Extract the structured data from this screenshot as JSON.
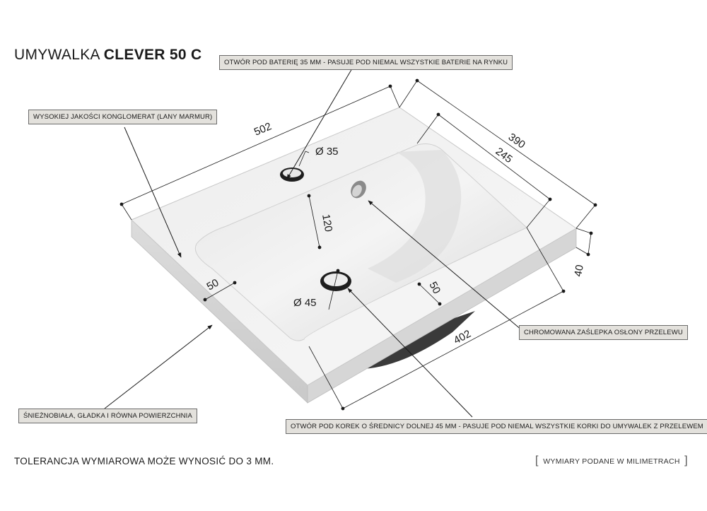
{
  "title": {
    "prefix": "UMYWALKA ",
    "model": "CLEVER 50 C"
  },
  "callouts": {
    "tap_hole": "OTWÓR POD BATERIĘ 35 MM - PASUJE POD NIEMAL WSZYSTKIE BATERIE NA RYNKU",
    "material": "WYSOKIEJ JAKOŚCI KONGLOMERAT (LANY MARMUR)",
    "overflow": "CHROMOWANA ZAŚLEPKA OSŁONY PRZELEWU",
    "surface": "ŚNIEŻNOBIAŁA, GŁADKA I RÓWNA POWIERZCHNIA",
    "drain_hole": "OTWÓR POD KOREK O ŚREDNICY DOLNEJ 45 MM - PASUJE POD NIEMAL WSZYSTKIE KORKI DO UMYWALEK Z PRZELEWEM"
  },
  "dimensions": {
    "width_total": "502",
    "depth_total": "390",
    "depth_bowl": "245",
    "height": "40",
    "bowl_width": "402",
    "rim_left": "50",
    "rim_front": "50",
    "hole_spacing": "120",
    "tap_diameter": "Ø 35",
    "drain_diameter": "Ø 45"
  },
  "footer": {
    "tolerance": "TOLERANCJA WYMIAROWA MOŻE WYNOSIĆ DO 3 MM.",
    "units_open": "[",
    "units": "WYMIARY PODANE W MILIMETRACH",
    "units_close": "]"
  },
  "colors": {
    "background": "#ffffff",
    "label_fill": "#e3e1dc",
    "label_border": "#6b6b6b",
    "basin_white": "#f2f2f2",
    "basin_shadow": "#cfcfcf",
    "line": "#1a1a1a"
  }
}
